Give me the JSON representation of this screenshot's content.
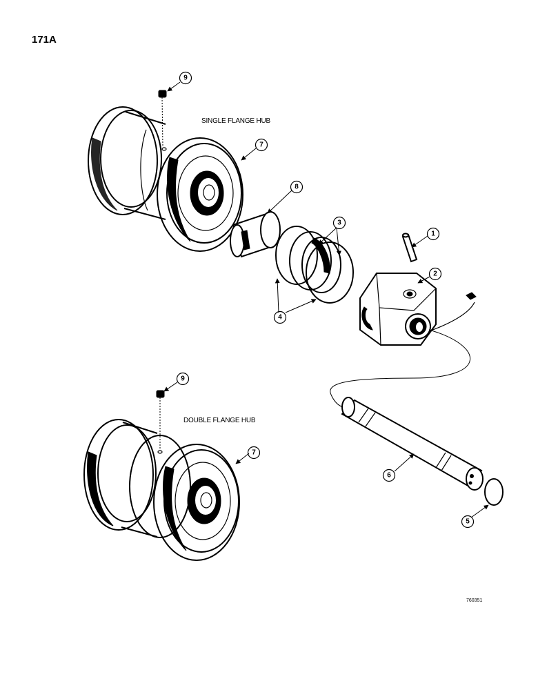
{
  "page": {
    "number": "171A",
    "drawing_code": "760351"
  },
  "captions": {
    "single": "SINGLE FLANGE HUB",
    "double": "DOUBLE FLANGE HUB"
  },
  "callouts": {
    "c1": "1",
    "c2": "2",
    "c3": "3",
    "c4": "4",
    "c5": "5",
    "c6": "6",
    "c7a": "7",
    "c7b": "7",
    "c8": "8",
    "c9a": "9",
    "c9b": "9"
  }
}
